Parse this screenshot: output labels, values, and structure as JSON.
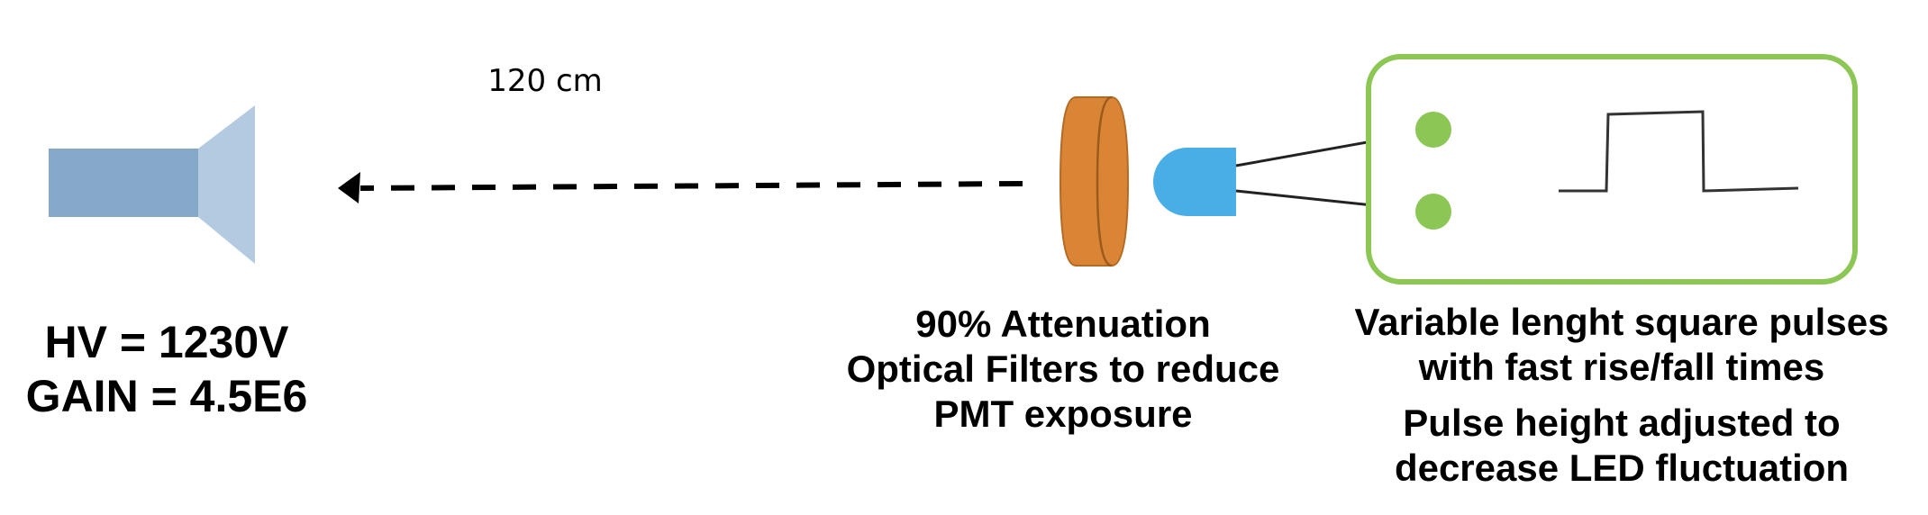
{
  "distance": {
    "label": "120 cm"
  },
  "pmt": {
    "lines": [
      "HV = 1230V",
      "GAIN = 4.5E6"
    ],
    "colors": {
      "body": "#87a9c9",
      "face": "#b3cae0"
    }
  },
  "filter": {
    "lines": [
      "90% Attenuation",
      "Optical Filters to reduce",
      "PMT exposure"
    ],
    "color": "#d98535"
  },
  "led": {
    "color": "#4aaee6"
  },
  "pulse_generator": {
    "lines_1": [
      "Variable lenght square pulses",
      "with fast rise/fall times"
    ],
    "lines_2": [
      "Pulse height adjusted to",
      "decrease LED fluctuation"
    ],
    "colors": {
      "frame": "#8cc756",
      "terminals": "#8cc756"
    }
  }
}
